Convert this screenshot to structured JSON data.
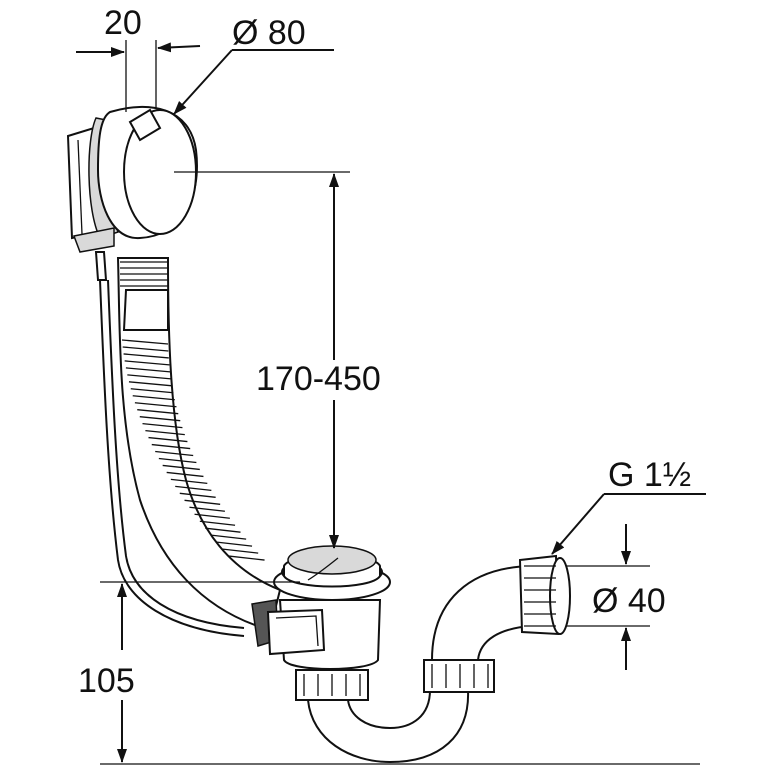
{
  "dimensions": {
    "tube_width": "20",
    "overflow_diameter": "Ø 80",
    "height_range": "170-450",
    "thread": "G 1½",
    "outlet_diameter": "Ø 40",
    "waste_height": "105"
  },
  "colors": {
    "line": "#111111",
    "fill": "#ffffff",
    "shade": "#d9d9d9"
  }
}
